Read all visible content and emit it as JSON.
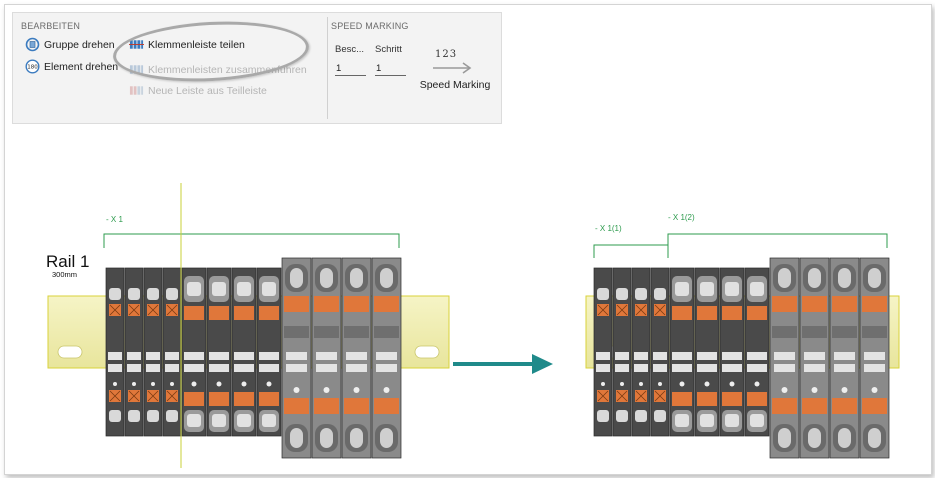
{
  "ribbon": {
    "bearbeiten": {
      "title": "BEARBEITEN",
      "gruppe_drehen": "Gruppe drehen",
      "element_drehen": "Element drehen",
      "klemmenleiste_teilen": "Klemmenleiste teilen",
      "klemmenleisten_zusammenfuehren": "Klemmenleisten zusammenführen",
      "neue_leiste": "Neue Leiste aus Teilleiste"
    },
    "speed_marking": {
      "title": "SPEED MARKING",
      "besc_label": "Besc...",
      "schritt_label": "Schritt",
      "besc_value": "1",
      "schritt_value": "1",
      "number_sample": "123",
      "button_label": "Speed Marking"
    }
  },
  "diagram": {
    "rail_title": "Rail 1",
    "rail_length": "300mm",
    "before_label": "- X 1",
    "after_label_1": "- X 1(1)",
    "after_label_2": "- X 1(2)"
  },
  "colors": {
    "terminal_dark": "#4a4a4a",
    "terminal_light": "#8a8a8a",
    "orange": "#e0773a",
    "rail_yellow": "#f2f0b4",
    "bracket_green": "#2e9b4e",
    "arrow_teal": "#1f8a8a"
  }
}
